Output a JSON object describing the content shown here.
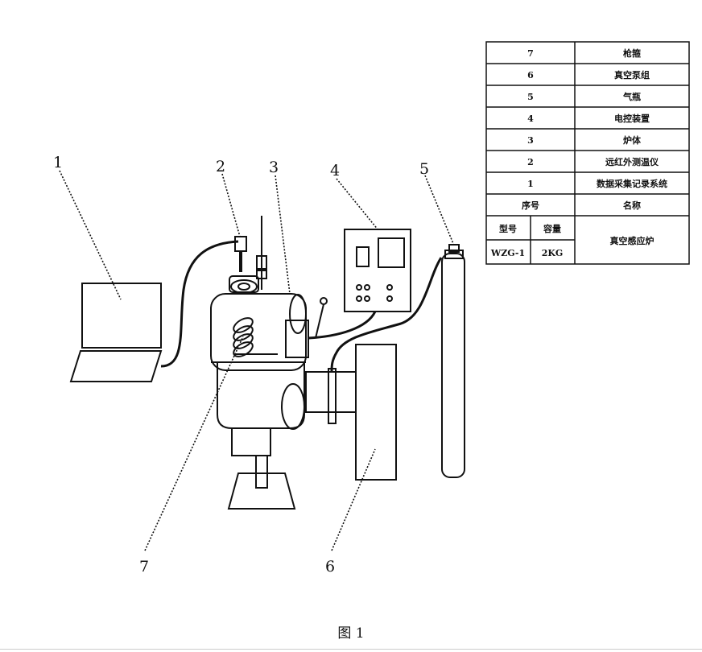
{
  "callouts": [
    "1",
    "2",
    "3",
    "4",
    "5",
    "6",
    "7"
  ],
  "table": {
    "rows": [
      [
        "7",
        "枪箍"
      ],
      [
        "6",
        "真空泵组"
      ],
      [
        "5",
        "气瓶"
      ],
      [
        "4",
        "电控装置"
      ],
      [
        "3",
        "炉体"
      ],
      [
        "2",
        "远红外测温仪"
      ],
      [
        "1",
        "数据采集记录系统"
      ]
    ],
    "header": [
      "序号",
      "名称"
    ],
    "spec_labels": [
      "型号",
      "容量"
    ],
    "spec_values": [
      "WZG-1",
      "2KG"
    ],
    "device_name": "真空感应炉"
  },
  "caption": "图 1"
}
